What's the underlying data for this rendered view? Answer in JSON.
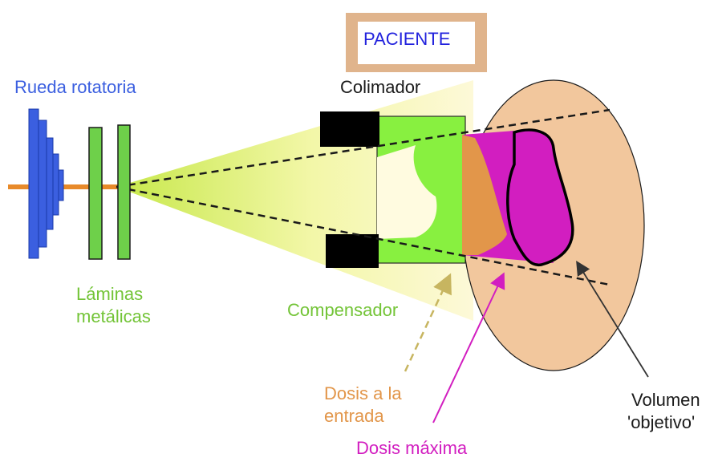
{
  "labels": {
    "paciente": "PACIENTE",
    "rueda": "Rueda rotatoria",
    "colimador": "Colimador",
    "laminas_1": "Láminas",
    "laminas_2": "metálicas",
    "compensador": "Compensador",
    "dosis_entrada_1": "Dosis a la",
    "dosis_entrada_2": "entrada",
    "dosis_maxima": "Dosis máxima",
    "volumen_1": "Volumen",
    "volumen_2": "'objetivo'"
  },
  "colors": {
    "rueda": "#3b5fe0",
    "paciente_text": "#2222dd",
    "paciente_frame": "#e0b48c",
    "laminas": "#6ed04a",
    "compensador": "#73c437",
    "compensador_fill": "#88f040",
    "dosis_entrada": "#e2964a",
    "dosis_maxima": "#d21ec0",
    "patient_body": "#f2c79d",
    "collimator": "#000000",
    "beam_axis": "#e88a2a",
    "text_dark": "#1a1a1a"
  }
}
